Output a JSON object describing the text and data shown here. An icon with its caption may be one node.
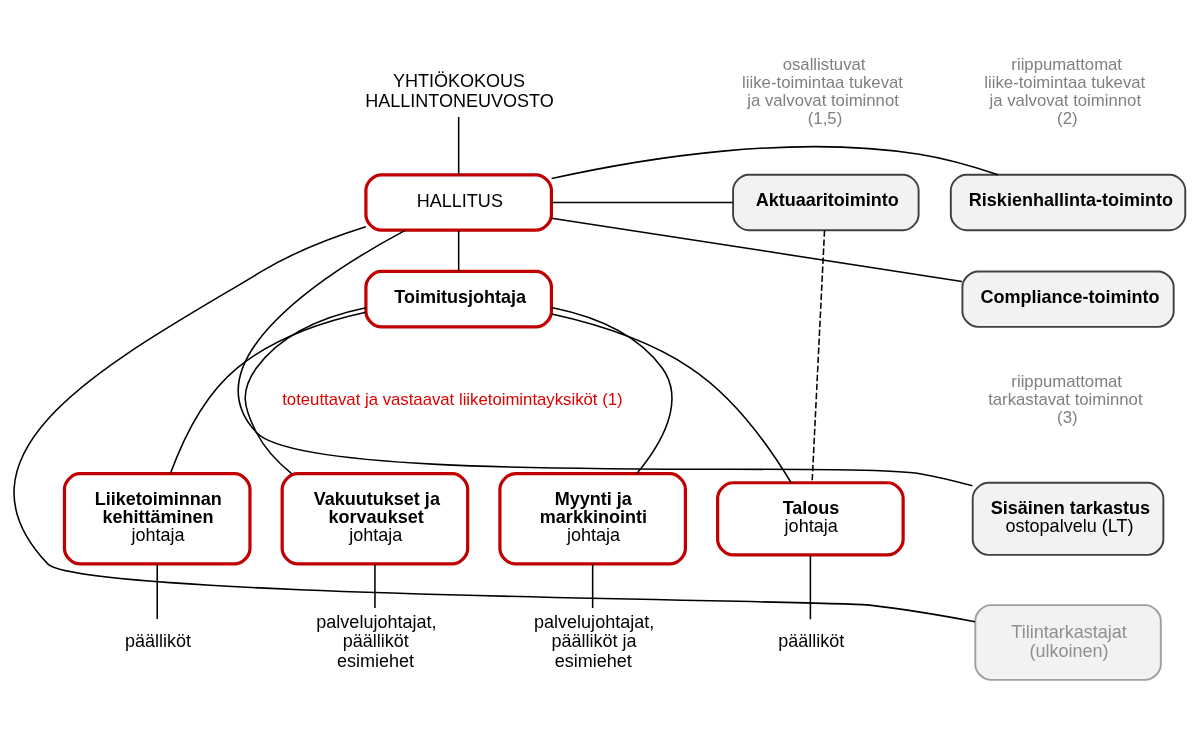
{
  "diagram": {
    "nodes": [
      {
        "text": [
          "YHTIÖKOKOUS HALLINTONEUVOSTO"
        ]
      },
      {
        "text": [
          "HALLITUS"
        ]
      },
      {
        "text": [
          "Riskienhallinta-toiminto"
        ]
      },
      {
        "text": [
          "Compliance-toiminto"
        ]
      },
      {
        "text": [
          "Sisäinen tarkastus",
          "ostopalvelu (LT)"
        ]
      },
      {
        "text": [
          "Tilintarkastajat (ulkoinen)"
        ]
      },
      {
        "text": [
          "Aktuaaritoiminto"
        ]
      },
      {
        "text": [
          "Toimitusjohtaja"
        ]
      },
      {
        "text": [
          "Vakuutukset ja korvaukset",
          "johtaja"
        ]
      },
      {
        "text": [
          "Myynti ja markkinointi",
          "johtaja"
        ]
      },
      {
        "text": [
          "Liiketoiminnan kehittäminen",
          "johtaja"
        ]
      },
      {
        "text": [
          "Talous",
          "johtaja"
        ]
      },
      {
        "text": [
          "palvelujohtajat, päälliköt esimiehet"
        ]
      },
      {
        "text": [
          "palvelujohtajat, päälliköt ja esimiehet"
        ]
      },
      {
        "text": [
          "päälliköt"
        ]
      },
      {
        "text": [
          "päälliköt"
        ]
      }
    ],
    "edges": [
      {
        "from": 0,
        "to": 1,
        "arrow": "none"
      },
      {
        "from": 1,
        "to": 2,
        "arrow": "none"
      },
      {
        "from": 1,
        "to": 3,
        "arrow": "none"
      },
      {
        "from": 1,
        "to": 4,
        "arrow": "none"
      },
      {
        "from": 1,
        "to": 5,
        "arrow": "none"
      },
      {
        "from": 1,
        "to": 6,
        "arrow": "none"
      },
      {
        "from": 6,
        "to": 11,
        "arrow": "none",
        "style": "dashed"
      },
      {
        "from": 1,
        "to": 7,
        "arrow": "none"
      },
      {
        "from": 7,
        "to": 8,
        "arrow": "none"
      },
      {
        "from": 7,
        "to": 9,
        "arrow": "none"
      },
      {
        "from": 7,
        "to": 10,
        "arrow": "none"
      },
      {
        "from": 7,
        "to": 11,
        "arrow": "none"
      },
      {
        "from": 8,
        "to": 12,
        "arrow": "none"
      },
      {
        "from": 9,
        "to": 13,
        "arrow": "none"
      },
      {
        "from": 10,
        "to": 14,
        "arrow": "none"
      },
      {
        "from": 11,
        "to": 15,
        "arrow": "none"
      }
    ],
    "labels": [
      "riippumattomat liike-toimintaa tukevat ja valvovat toiminnot (2)",
      "osallistuvat liike-toimintaa tukevat ja valvovat toiminnot (1,5)",
      "riippumattomat tarkastavat toiminnot (3)",
      "toteuttavat ja vastaavat liiketoimintayksiköt (1)"
    ]
  }
}
